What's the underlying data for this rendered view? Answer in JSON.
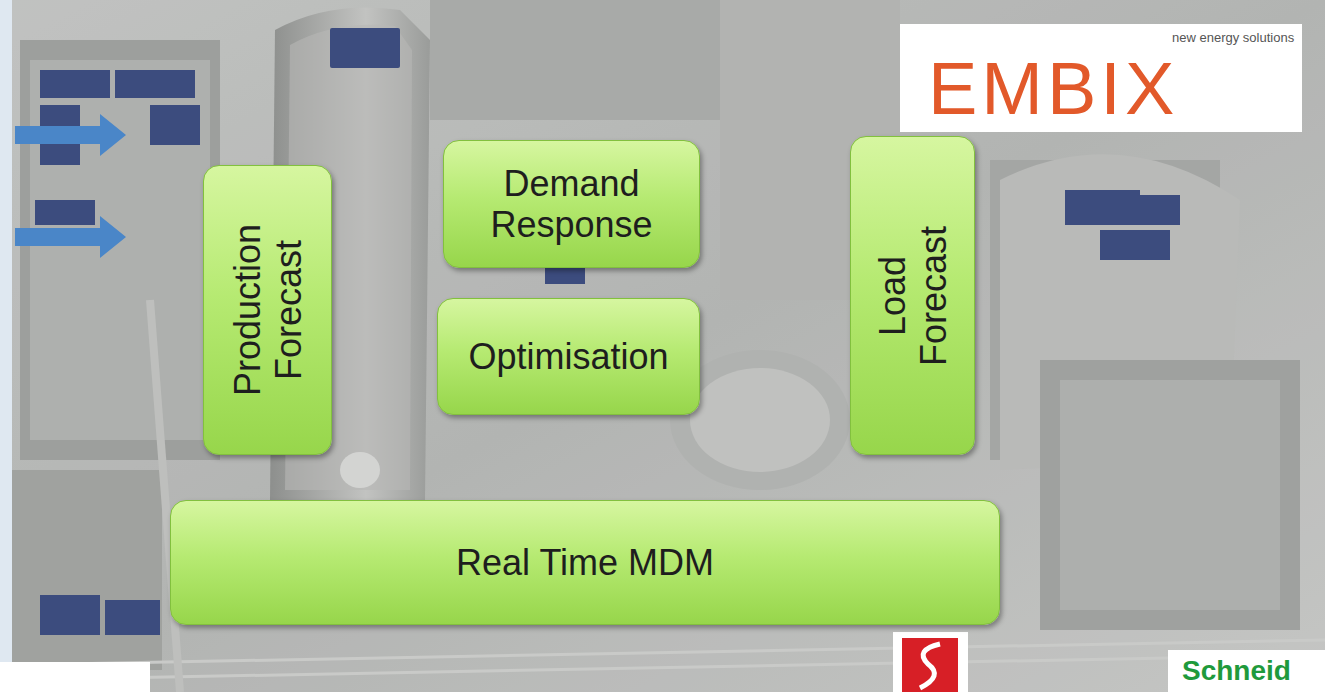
{
  "diagram": {
    "nodes": [
      {
        "text": [
          "Production Forecast"
        ]
      },
      {
        "text": [
          "Demand Response"
        ]
      },
      {
        "text": [
          "Optimisation"
        ]
      },
      {
        "text": [
          "Load Forecast"
        ]
      },
      {
        "text": [
          "Real Time MDM"
        ]
      }
    ],
    "labels": [
      "new energy solutions",
      "EMBIX",
      "Schneid"
    ]
  }
}
